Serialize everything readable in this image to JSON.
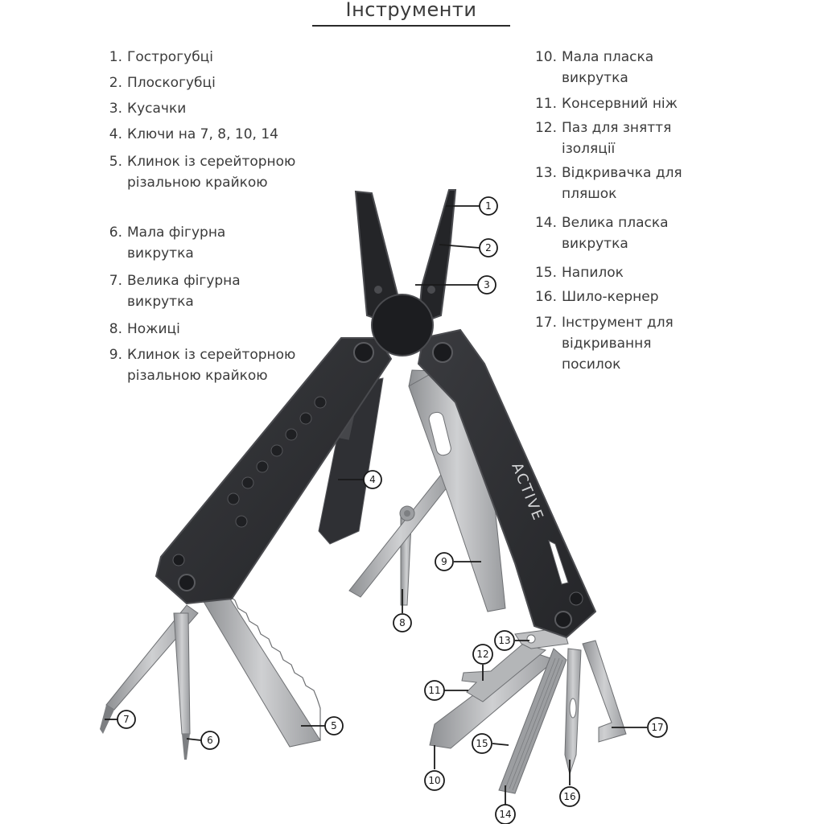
{
  "title": "Інструменти",
  "legend_left": [
    {
      "num": "1.",
      "text": "Гострогубці"
    },
    {
      "num": "2.",
      "text": "Плоскогубці"
    },
    {
      "num": "3.",
      "text": "Кусачки"
    },
    {
      "num": "4.",
      "text": "Ключи на 7, 8, 10, 14"
    },
    {
      "num": "5.",
      "text": "Клинок із серейторною різальною крайкою"
    },
    {
      "num": "6.",
      "text": "Мала фігурна викрутка"
    },
    {
      "num": "7.",
      "text": "Велика фігурна викрутка"
    },
    {
      "num": "8.",
      "text": "Ножиці"
    },
    {
      "num": "9.",
      "text": "Клинок із серейторною різальною крайкою"
    }
  ],
  "legend_right": [
    {
      "num": "10.",
      "text": "Мала пласка викрутка"
    },
    {
      "num": "11.",
      "text": "Консервний ніж"
    },
    {
      "num": "12.",
      "text": "Паз для зняття ізоляції"
    },
    {
      "num": "13.",
      "text": "Відкривачка для пляшок"
    },
    {
      "num": "14.",
      "text": "Велика пласка викрутка"
    },
    {
      "num": "15.",
      "text": "Напилок"
    },
    {
      "num": "16.",
      "text": "Шило-кернер"
    },
    {
      "num": "17.",
      "text": "Інструмент для відкривання посилок"
    }
  ],
  "brand": "ACTIVE",
  "callouts": [
    "1",
    "2",
    "3",
    "4",
    "5",
    "6",
    "7",
    "8",
    "9",
    "10",
    "11",
    "12",
    "13",
    "14",
    "15",
    "16",
    "17"
  ],
  "colors": {
    "handle": "#2c2d30",
    "handle_edge": "#4a4b4f",
    "steel": "#a9abad",
    "steel_light": "#c8c9cb",
    "steel_dark": "#7d7f82",
    "text": "#3b3b3b"
  }
}
